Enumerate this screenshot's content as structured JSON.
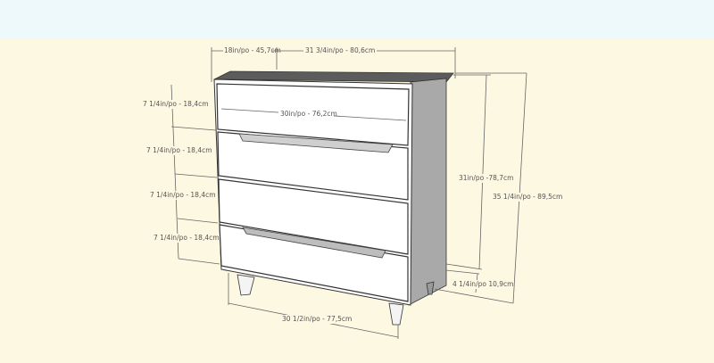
{
  "colors": {
    "sky": "#eef9fc",
    "ground": "#fdf8e2",
    "outline": "#333333",
    "panel": "#ffffff",
    "side": "#a9a9a9",
    "top": "#5c5c5c",
    "dim_line": "#666666"
  },
  "diagram": {
    "subject": "4-drawer chest dimension drawing",
    "drawer_count": 4,
    "dimensions": {
      "depth": "18in/po - 45,7cm",
      "top_width": "31 3/4in/po - 80,6cm",
      "drawer_width": "30in/po - 76,2cm",
      "drawer_heights": [
        "7 1/4in/po - 18,4cm",
        "7 1/4in/po - 18,4cm",
        "7 1/4in/po - 18,4cm",
        "7 1/4in/po - 18,4cm"
      ],
      "body_height": "31in/po -78,7cm",
      "total_height": "35 1/4in/po - 89,5cm",
      "leg_height": "4 1/4in/po 10,9cm",
      "base_width": "30 1/2in/po - 77,5cm"
    }
  }
}
